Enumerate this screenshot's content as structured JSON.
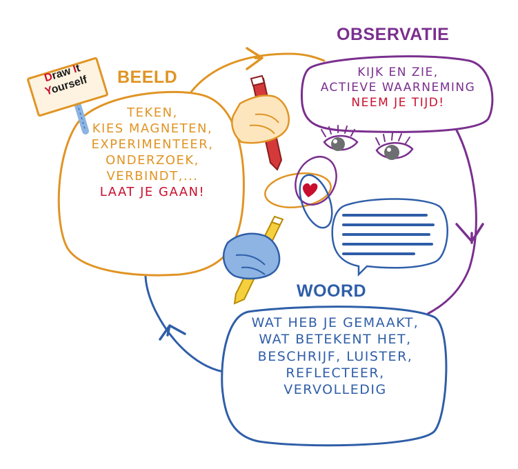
{
  "colors": {
    "beeld": "#e09424",
    "observatie": "#7a2f8e",
    "woord": "#2f5ea8",
    "accent_red": "#c8102e",
    "eye_gray": "#6d6e71",
    "pencil_red": "#d43a3a",
    "pencil_yellow": "#f4d03f",
    "hand_blue": "#8db4e2",
    "hand_orange": "#fde6bd"
  },
  "sign": {
    "line1_hi": "D",
    "line1_rest": "raw ",
    "line1_hi2": "I",
    "line1_rest2": "t",
    "line2_hi": "Y",
    "line2_rest": "ourself"
  },
  "beeld": {
    "title": "BEELD",
    "lines": [
      "TEKEN,",
      "KIES MAGNETEN,",
      "EXPERIMENTEER,",
      "ONDERZOEK,",
      "VERBINDT,..."
    ],
    "emphasis": "LAAT JE GAAN!"
  },
  "observatie": {
    "title": "OBSERVATIE",
    "lines": [
      "KIJK EN ZIE,",
      "ACTIEVE WAARNEMING"
    ],
    "emphasis": "NEEM JE TIJD!"
  },
  "woord": {
    "title": "WOORD",
    "lines": [
      "WAT HEB JE GEMAAKT,",
      "WAT BETEKENT HET,",
      "BESCHRIJF, LUISTER,",
      "REFLECTEER,",
      "VERVOLLEDIG"
    ]
  },
  "icons": [
    "cycle-arrow-icon",
    "eye-icon",
    "heart-icon",
    "speech-bubble-icon",
    "pencil-icon",
    "hand-icon",
    "sign-icon"
  ]
}
